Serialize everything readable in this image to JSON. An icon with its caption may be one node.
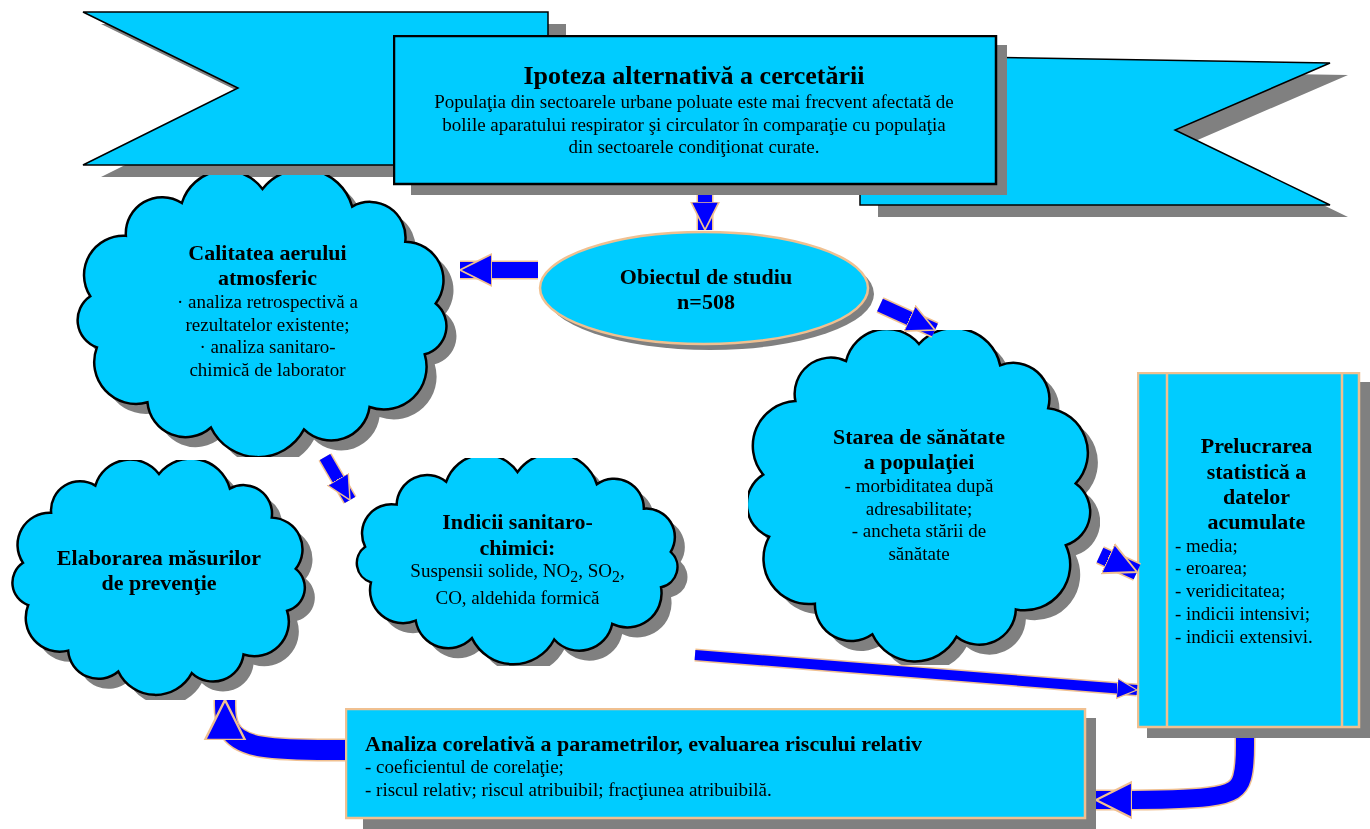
{
  "diagram": {
    "nodes": [
      {
        "text": [
          "Ipoteza alternativă a cercetării",
          "Populaţia din sectoarele urbane poluate este mai frecvent afectată de bolile aparatului respirator şi circulator în comparaţie cu populaţia din sectoarele condiţionat curate."
        ]
      },
      {
        "text": [
          "Obiectul de studiu",
          "n=508"
        ]
      },
      {
        "text": [
          "Calitatea aerului atmosferic",
          "· analiza retrospectivă a rezultatelor existente;",
          "· analiza sanitaro-chimică de laborator"
        ]
      },
      {
        "text": [
          "Indicii sanitaro-chimici:",
          "Suspensii solide, NO$_{2}$, SO$_{2}$, CO, aldehida formică"
        ]
      },
      {
        "text": [
          "Elaborarea măsurilor de prevenţie"
        ]
      },
      {
        "text": [
          "Starea de sănătate a populaţiei",
          "- morbiditatea după adresabilitate;",
          "- ancheta stării de sănătate"
        ]
      },
      {
        "text": [
          "Prelucrarea statistică a datelor acumulate",
          "- media;",
          "- eroarea;",
          "- veridicitatea;",
          "- indicii intensivi;",
          "- indicii extensivi."
        ]
      },
      {
        "text": [
          "Analiza corelativă a parametrilor, evaluarea riscului relativ",
          "- coeficientul de corelaţie;",
          "- riscul relativ; riscul atribuibil; fracţiunea atribuibilă."
        ]
      }
    ],
    "edges": [
      {
        "from": 0,
        "to": 1,
        "arrow": "to"
      },
      {
        "from": 1,
        "to": 2,
        "arrow": "to"
      },
      {
        "from": 1,
        "to": 5,
        "arrow": "to"
      },
      {
        "from": 2,
        "to": 3,
        "arrow": "to"
      },
      {
        "from": 5,
        "to": 6,
        "arrow": "to"
      },
      {
        "from": 3,
        "to": 6,
        "arrow": "to"
      },
      {
        "from": 6,
        "to": 7,
        "arrow": "to"
      },
      {
        "from": 7,
        "to": 4,
        "arrow": "to"
      }
    ]
  }
}
